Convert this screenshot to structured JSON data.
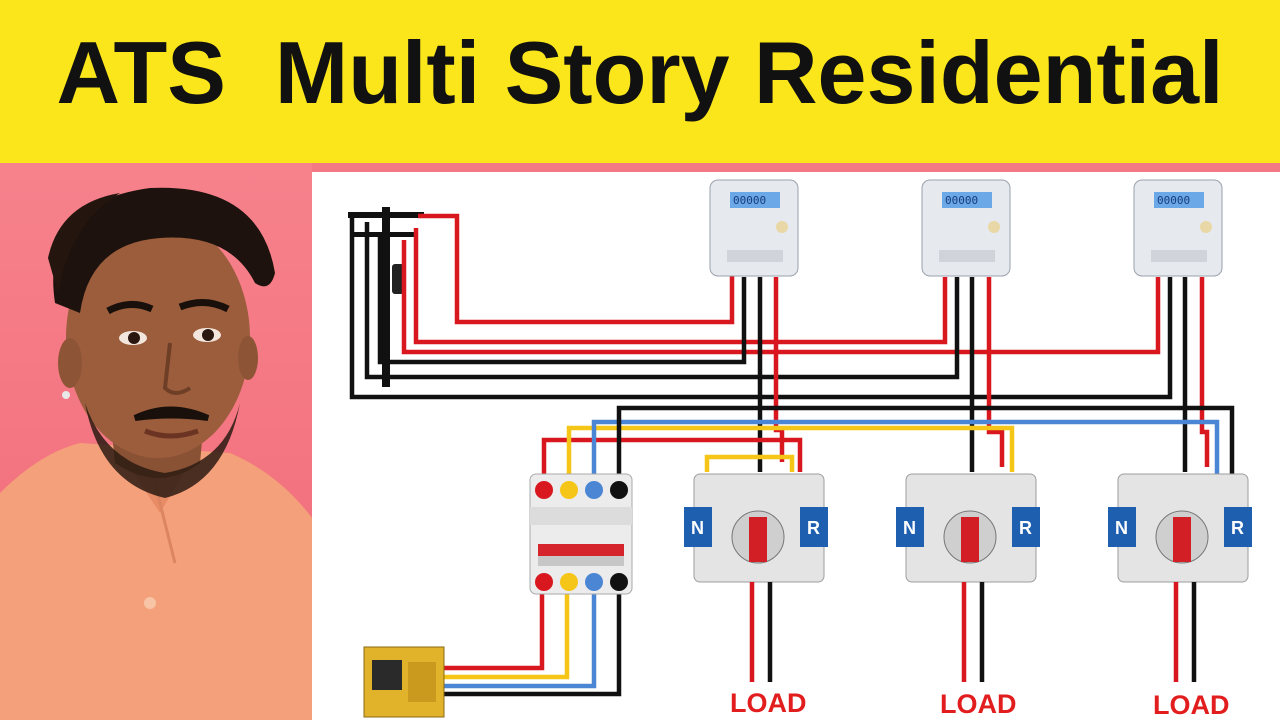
{
  "title": "ATS  Multi Story Residential",
  "meters": [
    {
      "reading": "00000"
    },
    {
      "reading": "00000"
    },
    {
      "reading": "00000"
    }
  ],
  "ats_units": [
    {
      "normal_label": "N",
      "reserve_label": "R",
      "load_label": "LOAD"
    },
    {
      "normal_label": "N",
      "reserve_label": "R",
      "load_label": "LOAD"
    },
    {
      "normal_label": "N",
      "reserve_label": "R",
      "load_label": "LOAD"
    }
  ],
  "colors": {
    "banner": "#fbe61b",
    "background": "#f37a84",
    "wire_red": "#d8171f",
    "wire_black": "#111111",
    "wire_yellow": "#f5c518",
    "wire_blue": "#4a86d4",
    "switch_blue": "#1f5fb0",
    "load_text": "#e21d1d"
  },
  "icons": [
    "utility-pole-icon",
    "energy-meter-icon",
    "breaker-icon",
    "ats-switch-icon",
    "generator-icon",
    "person-photo"
  ]
}
